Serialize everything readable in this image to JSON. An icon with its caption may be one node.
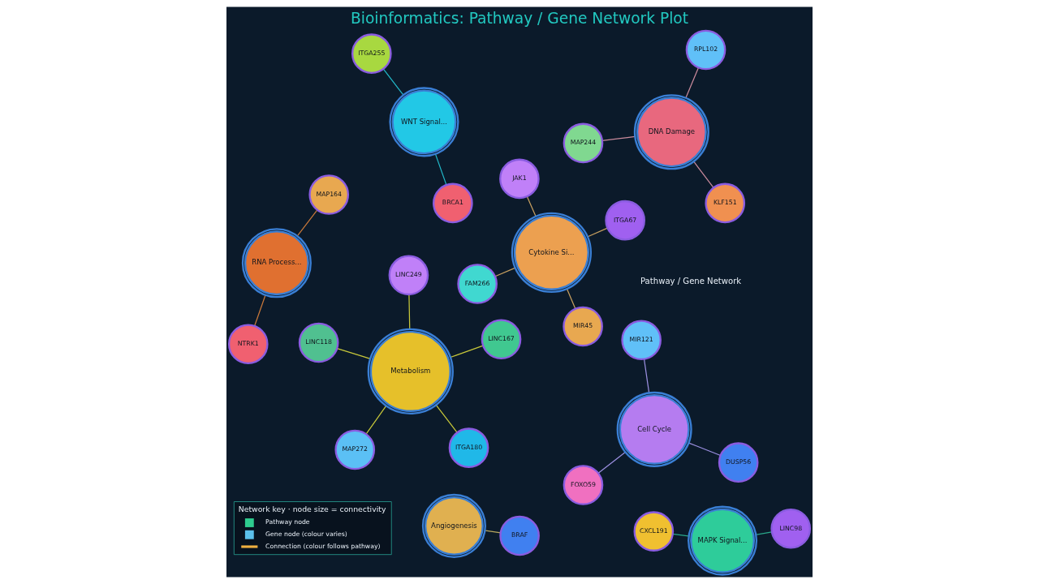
{
  "diagram": {
    "title": "Bioinformatics: Pathway / Gene Network Plot",
    "nodes": [
      {
        "text": [
          "MAP272"
        ]
      },
      {
        "text": [
          "ITGA255"
        ]
      },
      {
        "text": [
          "FOXO59"
        ]
      },
      {
        "text": [
          "CXCL191"
        ]
      },
      {
        "text": [
          "MAP244"
        ]
      },
      {
        "text": [
          "FAM266"
        ]
      },
      {
        "text": [
          "ITGA180"
        ]
      },
      {
        "text": [
          "DUSP56"
        ]
      },
      {
        "text": [
          "Cell Cycle"
        ]
      },
      {
        "text": [
          "DNA Damage"
        ]
      },
      {
        "text": [
          "Metabolism"
        ]
      },
      {
        "text": [
          "KLF151"
        ]
      },
      {
        "text": [
          "LINC98"
        ]
      },
      {
        "text": [
          "WNT Signal..."
        ]
      },
      {
        "text": [
          "RNA Process..."
        ]
      },
      {
        "text": [
          "LINC249"
        ]
      },
      {
        "text": [
          "MAP164"
        ]
      },
      {
        "text": [
          "RPL102"
        ]
      },
      {
        "text": [
          "BRCA1"
        ]
      },
      {
        "text": [
          "MAPK Signal..."
        ]
      },
      {
        "text": [
          "Angiogenesis"
        ]
      },
      {
        "text": [
          "Cytokine Si..."
        ]
      },
      {
        "text": [
          "LINC167"
        ]
      },
      {
        "text": [
          "LINC118"
        ]
      },
      {
        "text": [
          "NTRK1"
        ]
      },
      {
        "text": [
          "MIR121"
        ]
      },
      {
        "text": [
          "MIR45"
        ]
      },
      {
        "text": [
          "JAK1"
        ]
      },
      {
        "text": [
          "BRAF"
        ]
      },
      {
        "text": [
          "ITGA67"
        ]
      }
    ],
    "edges": [
      {
        "from": 8,
        "to": 7,
        "arrow": "none",
        "color": "#9b8fe0"
      },
      {
        "from": 8,
        "to": 2,
        "arrow": "none",
        "color": "#9b8fe0"
      },
      {
        "from": 8,
        "to": 25,
        "arrow": "none",
        "color": "#9b8fe0"
      },
      {
        "from": 9,
        "to": 4,
        "arrow": "none",
        "color": "#c98a9c"
      },
      {
        "from": 9,
        "to": 11,
        "arrow": "none",
        "color": "#c98a9c"
      },
      {
        "from": 9,
        "to": 17,
        "arrow": "none",
        "color": "#c98a9c"
      },
      {
        "from": 10,
        "to": 0,
        "arrow": "none",
        "color": "#c8c83a"
      },
      {
        "from": 10,
        "to": 6,
        "arrow": "none",
        "color": "#c8c83a"
      },
      {
        "from": 10,
        "to": 15,
        "arrow": "none",
        "color": "#c8c83a"
      },
      {
        "from": 10,
        "to": 22,
        "arrow": "none",
        "color": "#c8c83a"
      },
      {
        "from": 10,
        "to": 23,
        "arrow": "none",
        "color": "#c8c83a"
      },
      {
        "from": 13,
        "to": 1,
        "arrow": "none",
        "color": "#22b8c8"
      },
      {
        "from": 13,
        "to": 18,
        "arrow": "none",
        "color": "#22b8c8"
      },
      {
        "from": 14,
        "to": 16,
        "arrow": "none",
        "color": "#c8783a"
      },
      {
        "from": 14,
        "to": 24,
        "arrow": "none",
        "color": "#c8783a"
      },
      {
        "from": 19,
        "to": 3,
        "arrow": "none",
        "color": "#2aa88a"
      },
      {
        "from": 19,
        "to": 12,
        "arrow": "none",
        "color": "#2aa88a"
      },
      {
        "from": 20,
        "to": 28,
        "arrow": "none",
        "color": "#b8a860"
      },
      {
        "from": 21,
        "to": 5,
        "arrow": "none",
        "color": "#c8a060"
      },
      {
        "from": 21,
        "to": 27,
        "arrow": "none",
        "color": "#c8a060"
      },
      {
        "from": 21,
        "to": 29,
        "arrow": "none",
        "color": "#c8a060"
      },
      {
        "from": 21,
        "to": 26,
        "arrow": "none",
        "color": "#c8a060"
      }
    ],
    "labels": [
      "Pathway / Gene Network",
      "Network key · node size = connectivity"
    ],
    "legend": [
      {
        "text": "Pathway node",
        "color": "#2ecc8f"
      },
      {
        "text": "Gene node (colour varies)",
        "color": "#5bc0eb"
      },
      {
        "text": "Connection (colour follows pathway)"
      }
    ]
  }
}
